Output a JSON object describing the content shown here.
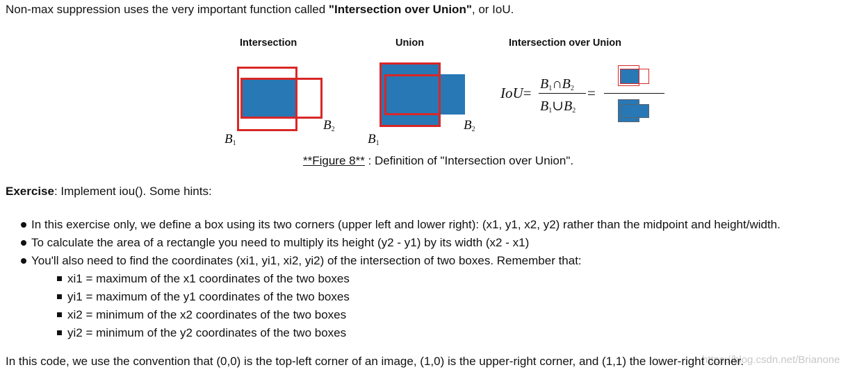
{
  "intro": {
    "before": "Non-max suppression uses the very important function called ",
    "bold": "\"Intersection over Union\"",
    "after": ", or IoU."
  },
  "figure": {
    "label_intersection": "Intersection",
    "label_union": "Union",
    "label_iou": "Intersection over Union",
    "b_letter": "B",
    "sub1": "1",
    "sub2": "2",
    "iou_symbol": "IoU",
    "eq": "=",
    "cap": "∩",
    "cup": "∪",
    "colors": {
      "fill": "#2878b5",
      "outline": "#d92727"
    }
  },
  "caption": {
    "figure_ref": "**Figure 8**",
    "text": " : Definition of \"Intersection over Union\"."
  },
  "exercise": {
    "bold": "Exercise",
    "text": ": Implement iou(). Some hints:"
  },
  "hints": [
    "In this exercise only, we define a box using its two corners (upper left and lower right): (x1, y1, x2, y2) rather than the midpoint and height/width.",
    "To calculate the area of a rectangle you need to multiply its height (y2 - y1) by its width (x2 - x1)",
    "You'll also need to find the coordinates (xi1, yi1, xi2, yi2) of the intersection of two boxes. Remember that:"
  ],
  "subhints": [
    "xi1 = maximum of the x1 coordinates of the two boxes",
    "yi1 = maximum of the y1 coordinates of the two boxes",
    "xi2 = minimum of the x2 coordinates of the two boxes",
    "yi2 = minimum of the y2 coordinates of the two boxes"
  ],
  "convention": "In this code, we use the convention that (0,0) is the top-left corner of an image, (1,0) is the upper-right corner, and (1,1) the lower-right corner.",
  "watermark": "https://blog.csdn.net/Brianone"
}
